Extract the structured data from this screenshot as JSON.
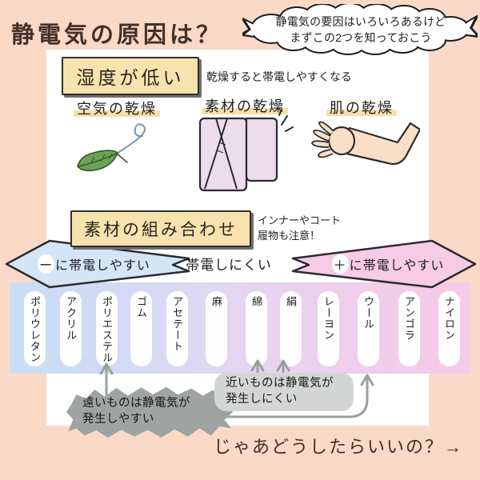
{
  "header": {
    "title": "静電気の原因は？",
    "cloud_bubble": {
      "line1": "静電気の要因はいろいろあるけど",
      "line2": "まずこの2つを知っておこう"
    }
  },
  "section_humidity": {
    "badge": "湿度が低い",
    "note": "乾燥すると帯電しやすくなる",
    "items": [
      {
        "label": "空気の乾燥",
        "icon": "leaf-wind-icon"
      },
      {
        "label": "素材の乾燥",
        "icon": "kimono-icon"
      },
      {
        "label": "肌の乾燥",
        "icon": "arm-icon"
      }
    ]
  },
  "section_materials": {
    "badge": "素材の組み合わせ",
    "note_line1": "インナーやコート",
    "note_line2": "履物も注意！"
  },
  "scale": {
    "left_sign": "ー",
    "left_text": "に帯電しやすい",
    "center_label": "帯電しにくい",
    "right_sign": "＋",
    "right_text": "に帯電しやすい",
    "materials": [
      "ポリウレタン",
      "アクリル",
      "ポリエステル",
      "ゴム",
      "アセテート",
      "麻",
      "綿",
      "絹",
      "レーヨン",
      "ウール",
      "アンゴラ",
      "ナイロン"
    ]
  },
  "callouts": {
    "far_line1": "遠いものは静電気が",
    "far_line2": "発生しやすい",
    "near_line1": "近いものは静電気が",
    "near_line2": "発生しにくい"
  },
  "footer": {
    "prompt": "じゃあどうしたらいいの？→"
  },
  "colors": {
    "background": "#fbd9c7",
    "card": "#ffffff",
    "badge_fill": "#f8e2ae",
    "label_highlight": "#f7dfab",
    "left_arrow_fill": "#d4e6f5",
    "right_arrow_fill": "#f7cbe6",
    "bar_gradient_left": "#c7def5",
    "bar_gradient_mid": "#ded8f2",
    "bar_gradient_right": "#f6c9e7",
    "spiky_bubble": "#9fa4a2",
    "rounded_bubble": "#d3d6d5",
    "connector_gray": "#99a09e",
    "title_color": "#43312a",
    "outline_dark": "#2b2b31"
  }
}
